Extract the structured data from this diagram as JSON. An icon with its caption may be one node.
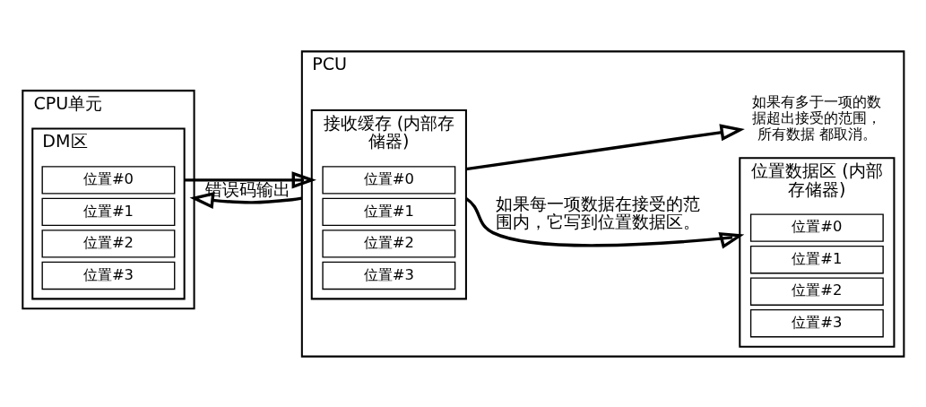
{
  "diagram": {
    "nodes": [
      {
        "text": [
          "CPU单元"
        ]
      },
      {
        "text": [
          "DM区"
        ],
        "in": 0
      },
      {
        "text": [
          "位置#0"
        ],
        "in": 1
      },
      {
        "text": [
          "位置#1"
        ],
        "in": 1
      },
      {
        "text": [
          "位置#2"
        ],
        "in": 1
      },
      {
        "text": [
          "位置#3"
        ],
        "in": 1
      },
      {
        "text": [
          "PCU"
        ]
      },
      {
        "text": [
          "接收缓存 (内部存储器)"
        ],
        "in": 6
      },
      {
        "text": [
          "位置#0"
        ],
        "in": 7
      },
      {
        "text": [
          "位置#1"
        ],
        "in": 7
      },
      {
        "text": [
          "位置#2"
        ],
        "in": 7
      },
      {
        "text": [
          "位置#3"
        ],
        "in": 7
      },
      {
        "text": [
          "位置数据区 (内部存储器)"
        ],
        "in": 6
      },
      {
        "text": [
          "位置#0"
        ],
        "in": 12
      },
      {
        "text": [
          "位置#1"
        ],
        "in": 12
      },
      {
        "text": [
          "位置#2"
        ],
        "in": 12
      },
      {
        "text": [
          "位置#3"
        ],
        "in": 12
      },
      {
        "text": [
          "如果有多于一项的数据超出接受的范围，所有数据 都取消。"
        ],
        "in": 6
      }
    ],
    "edges": [
      {
        "from": 1,
        "to": 7,
        "arrow": "to"
      },
      {
        "from": 7,
        "to": 12,
        "arrow": "to",
        "label": "如果每一项数据在接受的范围内，它写到位置数据区。"
      },
      {
        "from": 7,
        "to": 17,
        "arrow": "to"
      },
      {
        "from": 6,
        "to": 0,
        "arrow": "to",
        "label": "错误码输出"
      }
    ]
  }
}
